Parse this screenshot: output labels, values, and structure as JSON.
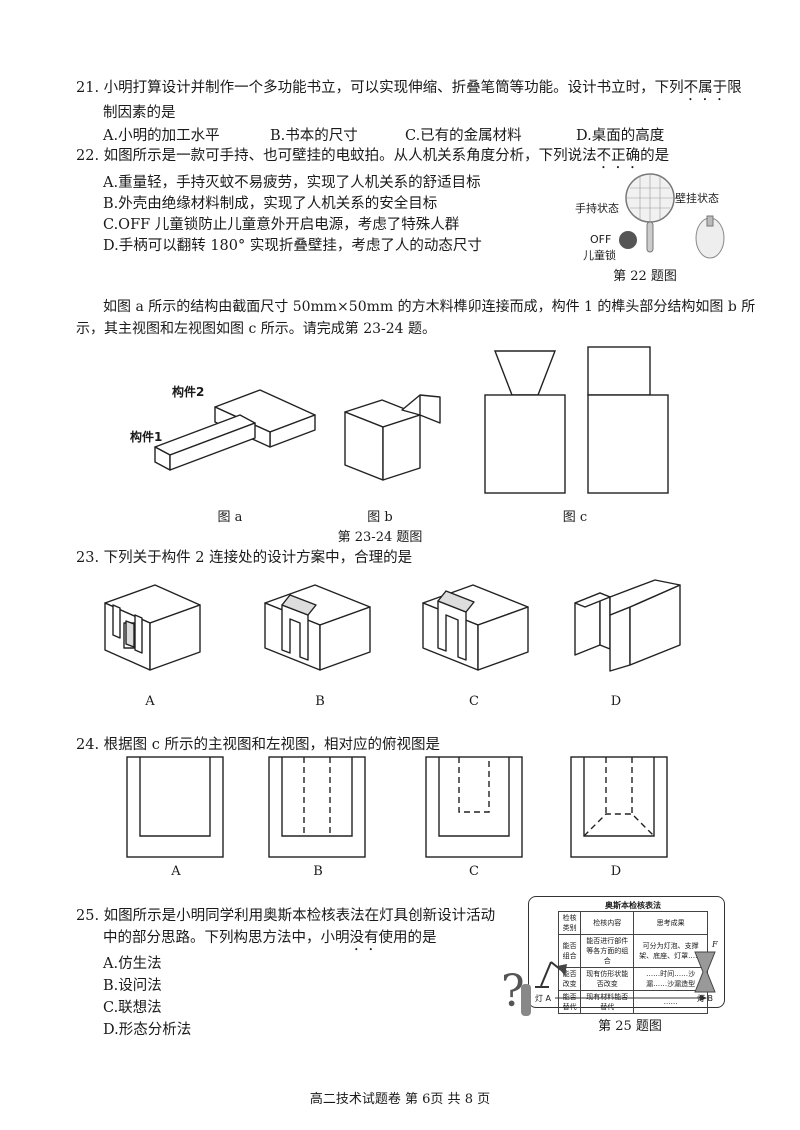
{
  "q21": {
    "line1_pre": "21. 小明打算设计并制作一个多功能书立，可以实现伸缩、折叠笔筒等功能。设计书立时，下列",
    "line1_emph": "不属于",
    "line1_post": "限",
    "line2": "制因素的是",
    "opts": [
      "A.小明的加工水平",
      "B.书本的尺寸",
      "C.已有的金属材料",
      "D.桌面的高度"
    ]
  },
  "q22": {
    "line1_pre": "22. 如图所示是一款可手持、也可壁挂的电蚊拍。从人机关系角度分析，下列说法",
    "line1_emph": "不正确",
    "line1_post": "的是",
    "opts": [
      "A.重量轻，手持灭蚊不易疲劳，实现了人机关系的舒适目标",
      "B.外壳由绝缘材料制成，实现了人机关系的安全目标",
      "C.OFF 儿童锁防止儿童意外开启电源，考虑了特殊人群",
      "D.手柄可以翻转 180° 实现折叠壁挂，考虑了人的动态尺寸"
    ],
    "fig_labels": {
      "handheld": "手持状态",
      "wall": "壁挂状态",
      "off": "OFF",
      "lock": "儿童锁"
    },
    "caption": "第 22 题图"
  },
  "intro": {
    "line1": "如图 a 所示的结构由截面尺寸 50mm×50mm 的方木料榫卯连接而成，构件 1 的榫头部分结构如图 b 所",
    "line2": "示，其主视图和左视图如图 c 所示。请完成第 23-24 题。",
    "labels": {
      "part2": "构件2",
      "part1": "构件1"
    },
    "caps": [
      "图 a",
      "图 b",
      "图 c"
    ],
    "group_caption": "第 23-24 题图"
  },
  "q23": {
    "stem": "23. 下列关于构件 2 连接处的设计方案中，合理的是",
    "opts": [
      "A",
      "B",
      "C",
      "D"
    ]
  },
  "q24": {
    "stem": "24. 根据图 c 所示的主视图和左视图，相对应的俯视图是",
    "opts": [
      "A",
      "B",
      "C",
      "D"
    ]
  },
  "q25": {
    "line1": "25. 如图所示是小明同学利用奥斯本检核表法在灯具创新设计活动",
    "line2_pre": "中的部分思路。下列构思方法中，小明",
    "line2_emph": "没有",
    "line2_post": "使用的是",
    "opts": [
      "A.仿生法",
      "B.设问法",
      "C.联想法",
      "D.形态分析法"
    ],
    "caption": "第 25 题图",
    "chart": {
      "title": "奥斯本检核表法",
      "headers": [
        "检核类别",
        "检核内容",
        "思考成果"
      ],
      "rows": [
        [
          "能否组合",
          "能否进行部件等各方面的组合",
          "可分为灯泡、支撑架、底座、灯罩……"
        ],
        [
          "能否改变",
          "现有仿形状能否改变",
          "……时间……沙漏……沙漏造型"
        ],
        [
          "能否替代",
          "现有材料能否替代",
          "……"
        ]
      ],
      "lamp_a": "灯 A",
      "lamp_b": "灯 B",
      "force": "F"
    }
  },
  "footer": "高二技术试题卷 第 6页 共 8 页"
}
